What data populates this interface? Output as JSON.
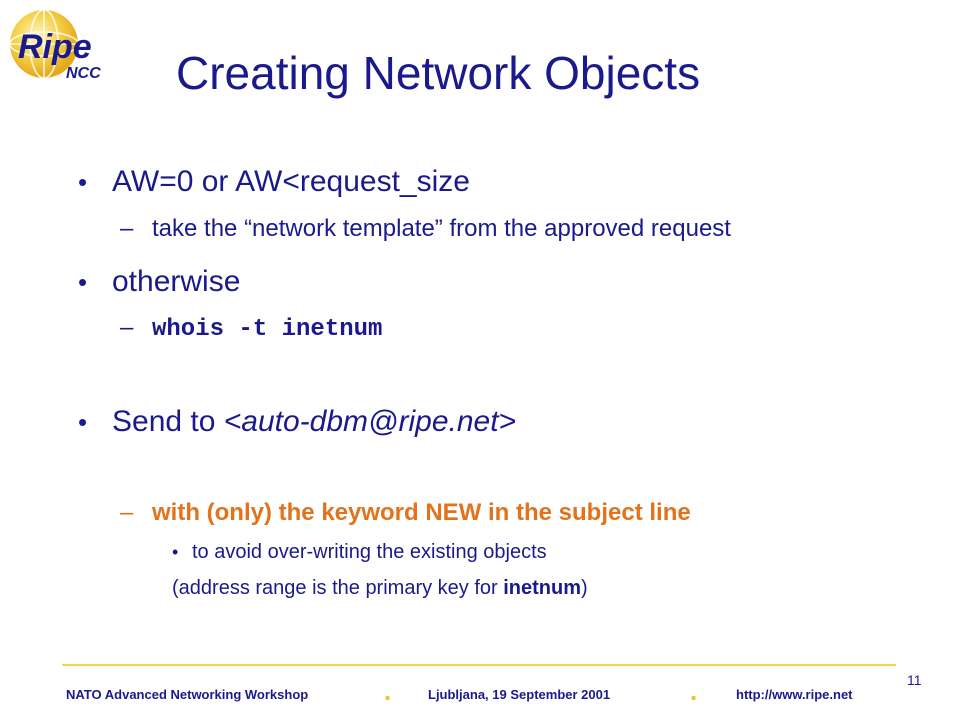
{
  "logo": {
    "primary_text": "Ripe",
    "secondary_text": "NCC",
    "colors": {
      "globe": "#f2c02a",
      "text": "#1a1a8c"
    }
  },
  "title": "Creating Network Objects",
  "bullets": [
    {
      "marker": "•",
      "text": "AW=0 or AW<request_size",
      "sub": [
        {
          "marker": "–",
          "text": "take the “network template” from the approved request"
        }
      ]
    },
    {
      "marker": "•",
      "text": "otherwise",
      "sub": [
        {
          "marker": "–",
          "command": "whois -t inetnum"
        }
      ]
    },
    {
      "marker": "•",
      "text_prefix": "Send to ",
      "email": "<auto-dbm@ripe.net>",
      "sub": [
        {
          "marker": "–",
          "text": "with (only) the keyword NEW in the subject line",
          "sub": [
            {
              "marker": "•",
              "text": "to avoid over-writing the existing objects"
            }
          ]
        }
      ]
    }
  ],
  "note": {
    "prefix": "(address range is the primary key for ",
    "keyword": "inetnum",
    "suffix": ")"
  },
  "footer": {
    "left": "NATO Advanced Networking Workshop",
    "center": "Ljubljana, 19 September 2001",
    "right": "http://www.ripe.net",
    "separator": ".",
    "page_number": "11"
  },
  "colors": {
    "text": "#1a1a8c",
    "highlight": "#e2731c",
    "rule": "#f2d64a",
    "separator": "#f2c02a"
  }
}
